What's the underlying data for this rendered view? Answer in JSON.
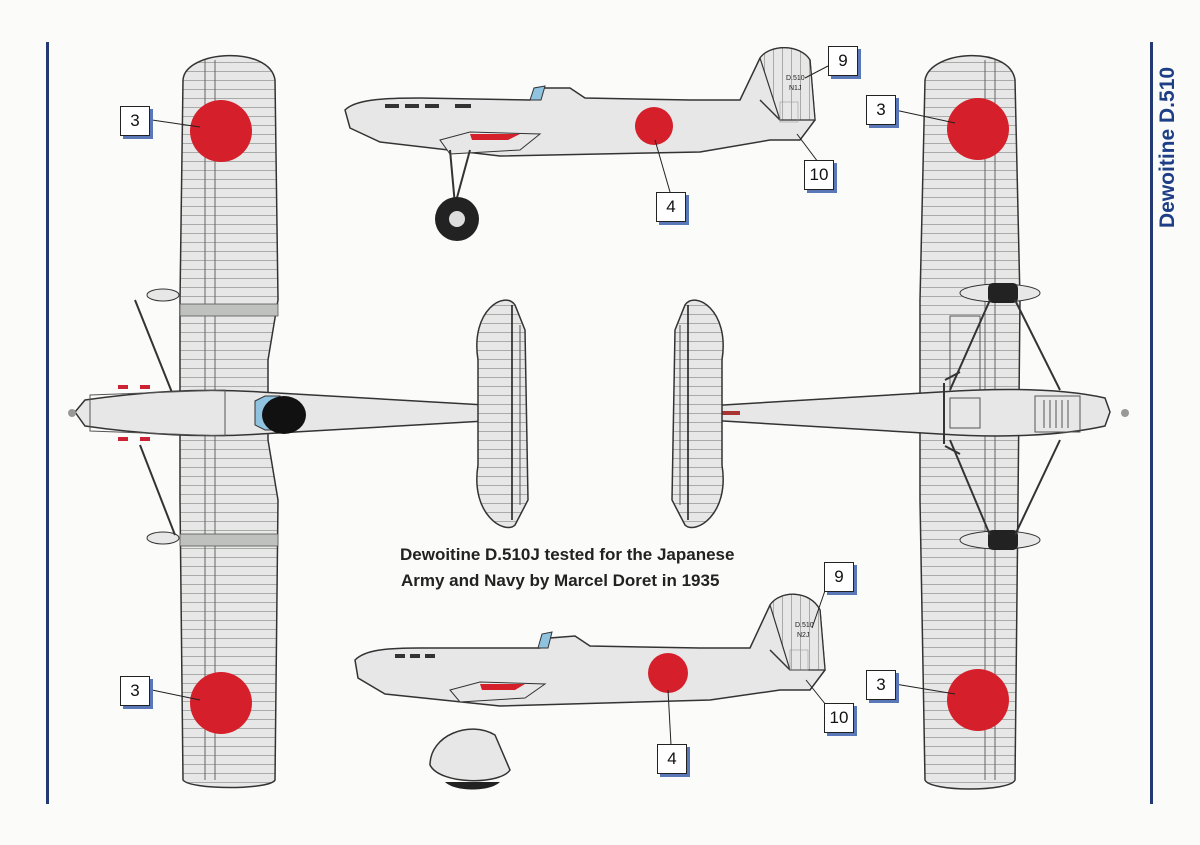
{
  "sheet": {
    "title": "Dewoitine D.510",
    "caption_line1": "Dewoitine D.510J tested for the Japanese",
    "caption_line2": "Army and Navy by Marcel Doret in 1935"
  },
  "aircraft": {
    "upper": {
      "type_marking": "D.510",
      "registration": "N1J"
    },
    "lower": {
      "type_marking": "D.510",
      "registration": "N2J"
    }
  },
  "callouts": {
    "wing_roundel": "3",
    "fuselage_roundel": "4",
    "tail_marking": "9",
    "tail_stencil": "10"
  },
  "colors": {
    "aluminium": "#e6e7e6",
    "hinomaru_red": "#d5202b",
    "outline": "#333333",
    "rule_blue": "#233a74",
    "title_blue": "#1e3f86",
    "callout_shadow": "#5a78b8"
  }
}
